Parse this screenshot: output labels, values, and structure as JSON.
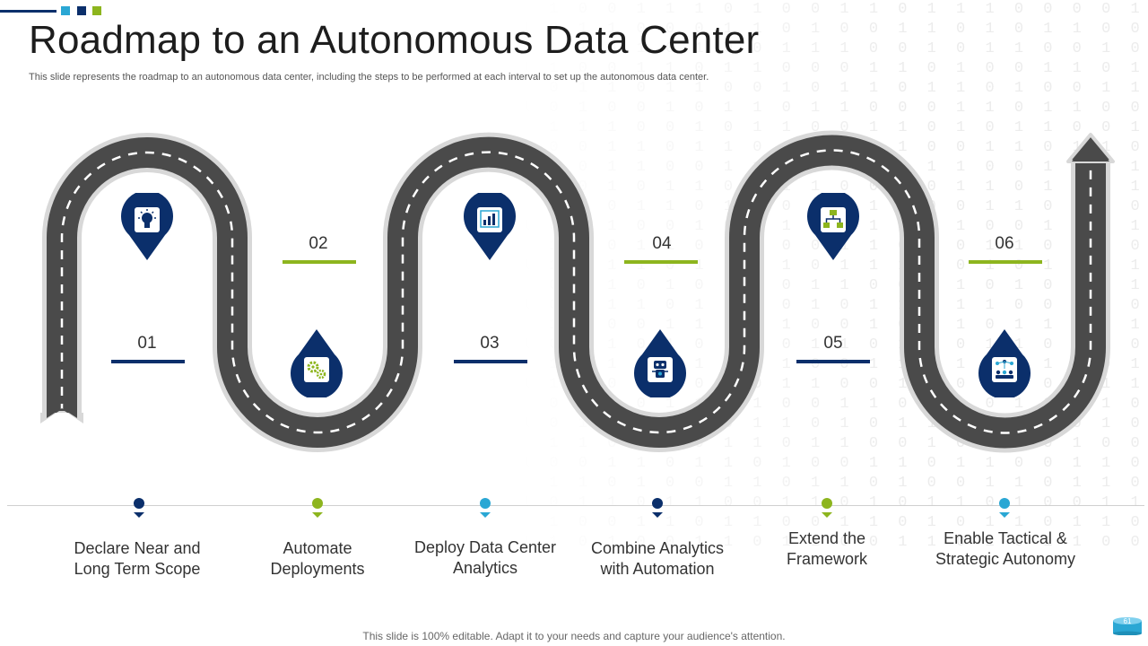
{
  "slide": {
    "title": "Roadmap to an Autonomous Data Center",
    "subtitle": "This slide represents the roadmap to an autonomous data center, including the steps to be performed at each interval to set up the autonomous data center.",
    "footer": "This slide is 100% editable. Adapt it to your needs and capture your audience's attention.",
    "page_number": "61"
  },
  "colors": {
    "navy": "#0b2f6b",
    "green": "#8db51e",
    "cyan": "#2aa7d4",
    "road": "#4a4a4a"
  },
  "steps": [
    {
      "number": "01",
      "label_line1": "Declare Near and",
      "label_line2": "Long Term Scope",
      "icon": "lightbulb-icon",
      "marker_color": "navy"
    },
    {
      "number": "02",
      "label_line1": "Automate",
      "label_line2": "Deployments",
      "icon": "gears-icon",
      "marker_color": "green"
    },
    {
      "number": "03",
      "label_line1": "Deploy Data Center",
      "label_line2": "Analytics",
      "icon": "analytics-chart-icon",
      "marker_color": "cyan"
    },
    {
      "number": "04",
      "label_line1": "Combine Analytics",
      "label_line2": "with Automation",
      "icon": "robot-icon",
      "marker_color": "navy"
    },
    {
      "number": "05",
      "label_line1": "Extend the",
      "label_line2": "Framework",
      "icon": "framework-flow-icon",
      "marker_color": "green"
    },
    {
      "number": "06",
      "label_line1": "Enable Tactical &",
      "label_line2": "Strategic Autonomy",
      "icon": "network-team-icon",
      "marker_color": "cyan"
    }
  ]
}
